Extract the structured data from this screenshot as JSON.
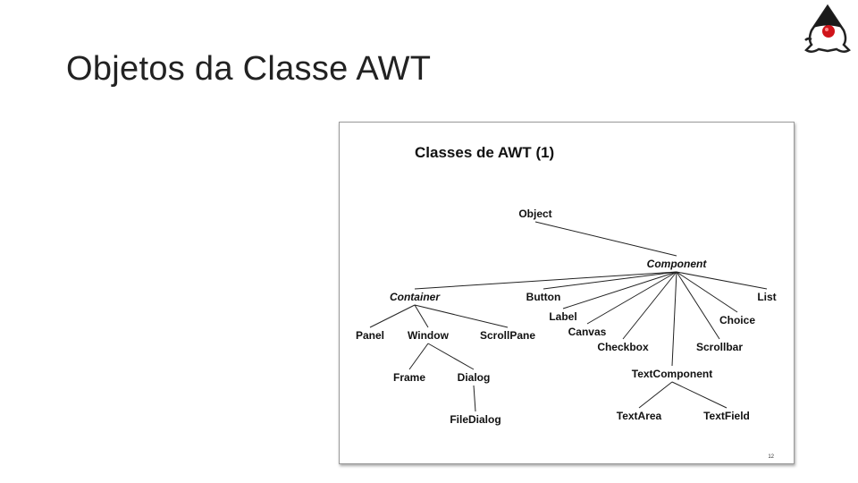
{
  "slide": {
    "title": "Objetos da Classe AWT"
  },
  "logo": {
    "icon": "java-duke-mascot-icon"
  },
  "figure": {
    "title": "Classes de AWT",
    "title_suffix": "(1)",
    "page_number": "12"
  },
  "tree": {
    "nodes": [
      {
        "id": "object",
        "label": "Object",
        "italic": false
      },
      {
        "id": "component",
        "label": "Component",
        "italic": true
      },
      {
        "id": "container",
        "label": "Container",
        "italic": true
      },
      {
        "id": "button",
        "label": "Button",
        "italic": false
      },
      {
        "id": "list",
        "label": "List",
        "italic": false
      },
      {
        "id": "label",
        "label": "Label",
        "italic": false
      },
      {
        "id": "choice",
        "label": "Choice",
        "italic": false
      },
      {
        "id": "canvas",
        "label": "Canvas",
        "italic": false
      },
      {
        "id": "checkbox",
        "label": "Checkbox",
        "italic": false
      },
      {
        "id": "scrollbar",
        "label": "Scrollbar",
        "italic": false
      },
      {
        "id": "panel",
        "label": "Panel",
        "italic": false
      },
      {
        "id": "window",
        "label": "Window",
        "italic": false
      },
      {
        "id": "scrollpane",
        "label": "ScrollPane",
        "italic": false
      },
      {
        "id": "frame",
        "label": "Frame",
        "italic": false
      },
      {
        "id": "dialog",
        "label": "Dialog",
        "italic": false
      },
      {
        "id": "textcomponent",
        "label": "TextComponent",
        "italic": false
      },
      {
        "id": "filedialog",
        "label": "FileDialog",
        "italic": false
      },
      {
        "id": "textarea",
        "label": "TextArea",
        "italic": false
      },
      {
        "id": "textfield",
        "label": "TextField",
        "italic": false
      }
    ],
    "edges": [
      [
        "object",
        "component"
      ],
      [
        "component",
        "container"
      ],
      [
        "component",
        "button"
      ],
      [
        "component",
        "label"
      ],
      [
        "component",
        "canvas"
      ],
      [
        "component",
        "checkbox"
      ],
      [
        "component",
        "textcomponent"
      ],
      [
        "component",
        "scrollbar"
      ],
      [
        "component",
        "choice"
      ],
      [
        "component",
        "list"
      ],
      [
        "container",
        "panel"
      ],
      [
        "container",
        "window"
      ],
      [
        "container",
        "scrollpane"
      ],
      [
        "window",
        "frame"
      ],
      [
        "window",
        "dialog"
      ],
      [
        "dialog",
        "filedialog"
      ],
      [
        "textcomponent",
        "textarea"
      ],
      [
        "textcomponent",
        "textfield"
      ]
    ]
  }
}
